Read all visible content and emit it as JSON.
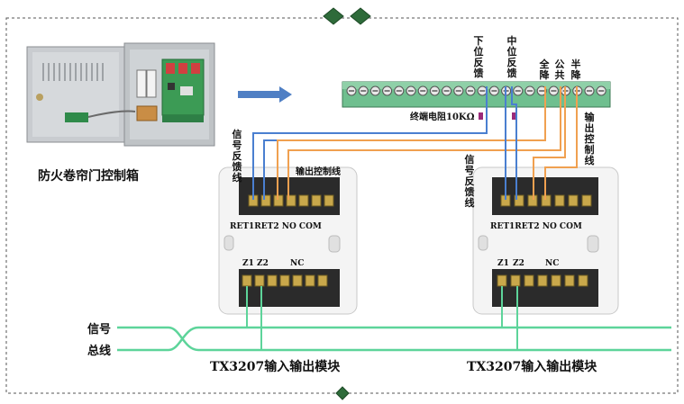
{
  "title_left": "防火卷帘门控制箱",
  "terminal": {
    "lower_feedback": "下位反馈",
    "middle_feedback": "中位反馈",
    "full_down": "全降",
    "common": "公共",
    "half_down": "半降",
    "resistor": "终端电阻10KΩ"
  },
  "module_left": {
    "signal_feedback_line": "信号反馈线",
    "output_control_line": "输出控制线",
    "terminals_top": "RET1RET2 NO COM",
    "z1": "Z1",
    "z2": "Z2",
    "nc": "NC",
    "caption": "TX3207输入输出模块"
  },
  "module_right": {
    "signal_feedback_line": "信号反馈线",
    "output_control_line": "输出控制线",
    "terminals_top": "RET1RET2 NO COM",
    "z1": "Z1",
    "z2": "Z2",
    "nc": "NC",
    "caption": "TX3207输入输出模块"
  },
  "bus": {
    "line1": "信号",
    "line2": "总线"
  },
  "colors": {
    "blue_wire": "#4a7fd0",
    "orange_wire": "#f0a050",
    "bus_green": "#5dd49a",
    "terminal_green": "#6fbf8f",
    "diamond_green": "#2e6b3a",
    "arrow_blue": "#4f7fc4"
  }
}
